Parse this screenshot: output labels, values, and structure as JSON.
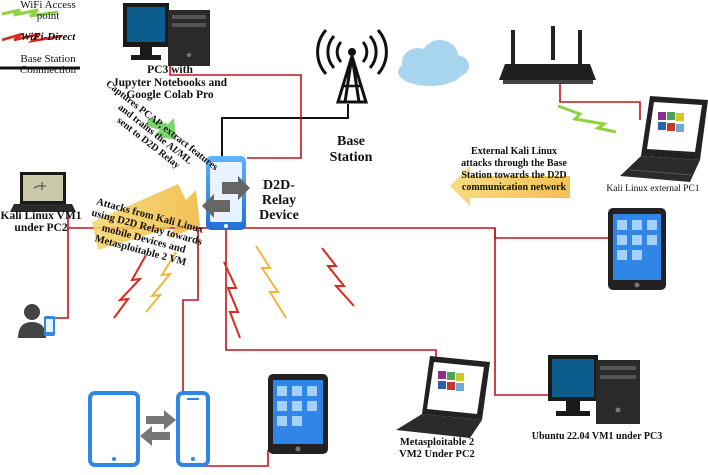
{
  "legend": {
    "wifi_ap": "WiFi Access\npoint",
    "wifi_direct": "WiFi-Direct",
    "base_conn": "Base Station\nConnnection"
  },
  "labels": {
    "pc3": "PC3 with\nJupyter Notebooks and\nGoogle Colab Pro",
    "base_station": "Base\nStation",
    "relay": "D2D-\nRelay\nDevice",
    "kali_external": "Kali Linux external PC1",
    "kali_vm1": "Kali Linux VM1\nunder PC2",
    "metasploitable": "Metasploitable 2\nVM2 Under PC2",
    "ubuntu": "Ubuntu 22.04 VM1 under PC3"
  },
  "annotations": {
    "capture": "Captures PCAP, extract features\nand trains the AI/ML\nsent to D2D Relay",
    "attack_relay": "Attacks from Kali Linux\nusing D2D Relay towards\nmobile Devices and\nMetasploitable 2 VM",
    "attack_external": "External Kali Linux\nattacks through the Base\nStation towards the D2D\ncommunication network"
  },
  "colors": {
    "red_link": "#c0131b",
    "black_link": "#111111",
    "wifi_green": "#8fd13f",
    "wifi_red": "#d82a1f",
    "highlight": "#f3c64a",
    "phone_blue": "#2f86e6",
    "screen_blue": "#0d5c8e",
    "cloud": "#a8d5ee"
  },
  "icons": [
    "legend-wifi-ap-icon",
    "legend-wifi-direct-icon",
    "legend-base-conn-line",
    "pc3-desktop-icon",
    "tower-icon",
    "cloud-icon",
    "router-icon",
    "relay-phone-icon",
    "laptop-icon",
    "tablet-icon",
    "desktop-icon",
    "user-icon",
    "arrow-icon"
  ]
}
